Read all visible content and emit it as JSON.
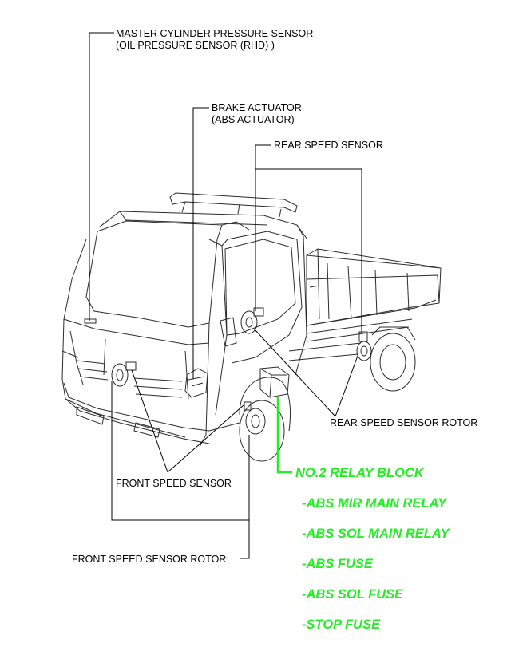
{
  "colors": {
    "text": "#000000",
    "line": "#2b2b2b",
    "highlight": "#22ee22"
  },
  "labels": {
    "master_cylinder_line1": "MASTER CYLINDER PRESSURE SENSOR",
    "master_cylinder_line2": "(OIL PRESSURE SENSOR (RHD) )",
    "brake_actuator_line1": "BRAKE ACTUATOR",
    "brake_actuator_line2": "(ABS ACTUATOR)",
    "rear_speed_sensor": "REAR SPEED SENSOR",
    "rear_speed_sensor_rotor": "REAR SPEED SENSOR ROTOR",
    "front_speed_sensor": "FRONT SPEED SENSOR",
    "front_speed_sensor_rotor": "FRONT SPEED SENSOR ROTOR"
  },
  "annotations": {
    "relay_block": "NO.2 RELAY BLOCK",
    "items": [
      "-ABS MIR MAIN RELAY",
      "-ABS SOL MAIN RELAY",
      "-ABS FUSE",
      "-ABS SOL FUSE",
      "-STOP FUSE"
    ]
  }
}
